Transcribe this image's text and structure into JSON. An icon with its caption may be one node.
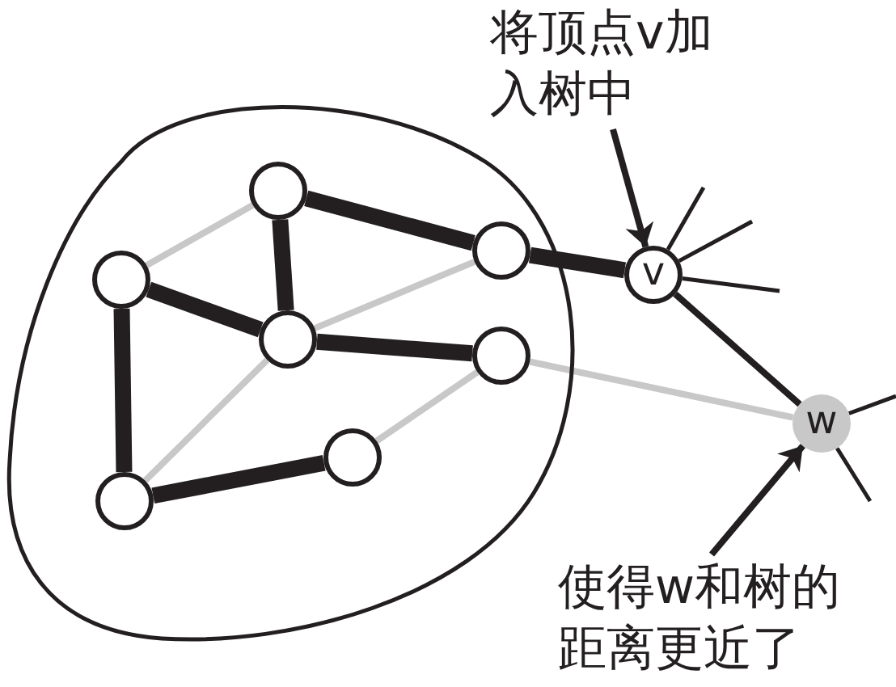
{
  "diagram": {
    "nodes": [
      {
        "text": [
          "将顶点v加入树中"
        ]
      },
      {
        "text": [],
        "shape": "oval"
      },
      {
        "text": [],
        "shape": "circle",
        "in": 1
      },
      {
        "text": [],
        "shape": "circle",
        "in": 1
      },
      {
        "text": [],
        "shape": "circle",
        "in": 1
      },
      {
        "text": [],
        "shape": "circle",
        "in": 1
      },
      {
        "text": [],
        "shape": "circle",
        "in": 1
      },
      {
        "text": [],
        "shape": "circle",
        "in": 1
      },
      {
        "text": [],
        "shape": "circle",
        "in": 1
      },
      {
        "text": [
          "v"
        ]
      },
      {
        "text": [
          "w"
        ]
      },
      {
        "text": [
          "使得w和树的距离更近了"
        ]
      }
    ],
    "edges": [
      {
        "from": 2,
        "to": 4,
        "arrow": "none",
        "style": "thick"
      },
      {
        "from": 2,
        "to": 5,
        "arrow": "none",
        "style": "thick"
      },
      {
        "from": 3,
        "to": 5,
        "arrow": "none",
        "style": "thick"
      },
      {
        "from": 3,
        "to": 8,
        "arrow": "none",
        "style": "thick"
      },
      {
        "from": 5,
        "to": 6,
        "arrow": "none",
        "style": "thick"
      },
      {
        "from": 8,
        "to": 7,
        "arrow": "none",
        "style": "thick"
      },
      {
        "from": 4,
        "to": 9,
        "arrow": "none",
        "style": "thick"
      },
      {
        "from": 9,
        "to": 10,
        "arrow": "none"
      },
      {
        "from": 3,
        "to": 2,
        "arrow": "none",
        "color": "#c8c8c8"
      },
      {
        "from": 5,
        "to": 4,
        "arrow": "none",
        "color": "#c8c8c8"
      },
      {
        "from": 5,
        "to": 8,
        "arrow": "none",
        "color": "#c8c8c8"
      },
      {
        "from": 6,
        "to": 7,
        "arrow": "none",
        "color": "#c8c8c8"
      },
      {
        "from": 6,
        "to": 10,
        "arrow": "none",
        "color": "#c8c8c8"
      },
      {
        "from": 9,
        "to": null,
        "arrow": "none"
      },
      {
        "from": 9,
        "to": null,
        "arrow": "none"
      },
      {
        "from": 9,
        "to": null,
        "arrow": "none"
      },
      {
        "from": 10,
        "to": null,
        "arrow": "none"
      },
      {
        "from": 10,
        "to": null,
        "arrow": "none"
      },
      {
        "from": 0,
        "to": 9,
        "arrow": "to"
      },
      {
        "from": 11,
        "to": 10,
        "arrow": "to"
      }
    ]
  }
}
